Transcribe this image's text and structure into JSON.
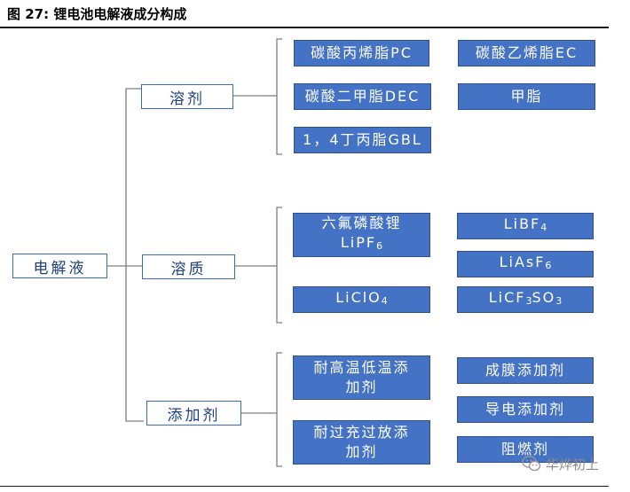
{
  "title": "图 27: 锂电池电解液成分构成",
  "root": "电解液",
  "categories": {
    "solvent": "溶剂",
    "solute": "溶质",
    "additive": "添加剂"
  },
  "solvents": {
    "pc": "碳酸丙烯脂PC",
    "ec": "碳酸乙烯脂EC",
    "dec": "碳酸二甲脂DEC",
    "methyl": "甲脂",
    "gbl": "1，4丁丙脂GBL"
  },
  "solutes": {
    "lipf6_name": "六氟磷酸锂",
    "lipf6_formula": "LiPF",
    "lipf6_sub": "6",
    "libf4": "LiBF",
    "libf4_sub": "4",
    "liasf6": "LiAsF",
    "liasf6_sub": "6",
    "liclo4": "LiClO",
    "liclo4_sub": "4",
    "licf3so3_a": "LiCF",
    "licf3so3_sub1": "3",
    "licf3so3_b": "SO",
    "licf3so3_sub2": "3"
  },
  "additives": {
    "temp_l1": "耐高温低温添",
    "temp_l2": "加剂",
    "charge_l1": "耐过充过放添",
    "charge_l2": "加剂",
    "film": "成膜添加剂",
    "conductive": "导电添加剂",
    "flame": "阻燃剂"
  },
  "watermark": "华烨初上",
  "colors": {
    "box_fill": "#4472c4",
    "box_border": "#2f528f",
    "outline_text": "#1f3f80",
    "connector": "#7f7f7f"
  }
}
